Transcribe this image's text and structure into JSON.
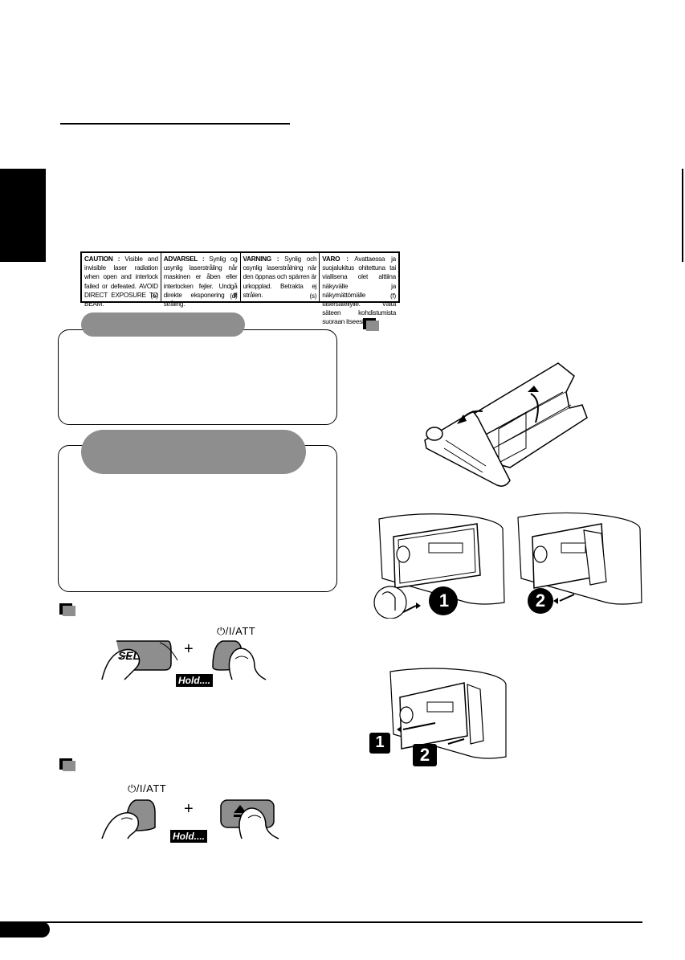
{
  "caution_notices": [
    {
      "lead": "CAUTION :",
      "text": "Visible and invisible laser radiation when open and interlock failed or defeated. AVOID DIRECT EXPOSURE TO BEAM.",
      "code": "(e)"
    },
    {
      "lead": "ADVARSEL :",
      "text": "Synlig og usynlig laserstråling når maskinen er åben eller interlocken fejler. Undgå direkte eksponering til stråling.",
      "code": "(d)"
    },
    {
      "lead": "VARNING :",
      "text": "Synlig och osynlig laserstrålning när den öppnas och spärren är urkopplad. Betrakta ej strålen.",
      "code": "(s)"
    },
    {
      "lead": "VARO :",
      "text": "Avattaessa ja suojalukitus ohitettuna tai viallisena olet alttiina näkyvälle ja näkymättömälle lasersäteilylle. Vältä säteen kohdistumista suoraan itseesi.",
      "code": "(f)"
    }
  ],
  "buttons": {
    "sel": "SEL",
    "att_1": "⏻/I/ATT",
    "att_2": "⏻/I/ATT",
    "plus_1": "+",
    "plus_2": "+",
    "hold_1": "Hold....",
    "hold_2": "Hold...."
  },
  "steps": {
    "one": "1",
    "two": "2",
    "one_b": "1",
    "two_b": "2"
  },
  "colors": {
    "gray": "#8e8e8e",
    "black": "#000000"
  }
}
